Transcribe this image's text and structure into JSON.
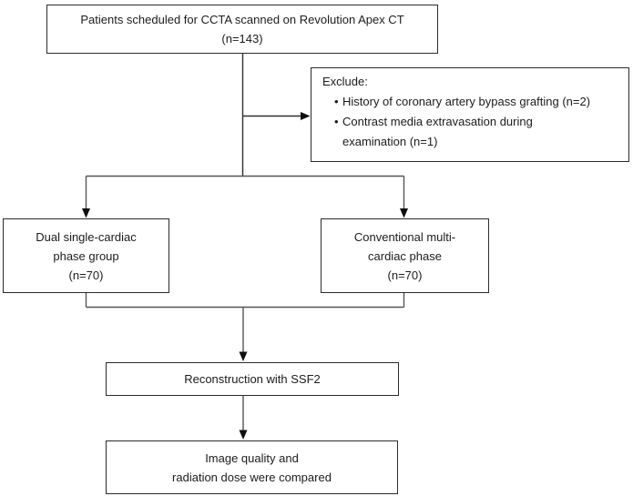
{
  "figure": {
    "type": "patient-flow-diagram",
    "boxes": {
      "patients": {
        "lines": [
          "Patients scheduled for CCTA scanned on Revolution Apex CT",
          "(n=143)"
        ]
      },
      "exclude": {
        "title": "Exclude:",
        "bullet_marker": "•",
        "bullets": [
          {
            "lines": [
              "History of coronary artery bypass grafting (n=2)"
            ]
          },
          {
            "lines": [
              "Contrast media extravasation during",
              "examination (n=1)"
            ]
          }
        ]
      },
      "dual_phase": {
        "lines": [
          "Dual single-cardiac",
          "phase group",
          "(n=70)"
        ]
      },
      "conventional_phase": {
        "lines": [
          "Conventional multi-",
          "cardiac phase",
          "(n=70)"
        ]
      },
      "reconstruction": {
        "lines": [
          "Reconstruction with SSF2"
        ]
      },
      "outcome": {
        "lines": [
          "Image quality and",
          "radiation dose were compared"
        ]
      }
    },
    "colors": {
      "background": "#ffffff",
      "box_border": "#2b2b2b",
      "text": "#1c1c1c",
      "connector": "#555555",
      "connector_dark": "#2e2e2e",
      "arrowhead": "#0f0f0f"
    }
  }
}
